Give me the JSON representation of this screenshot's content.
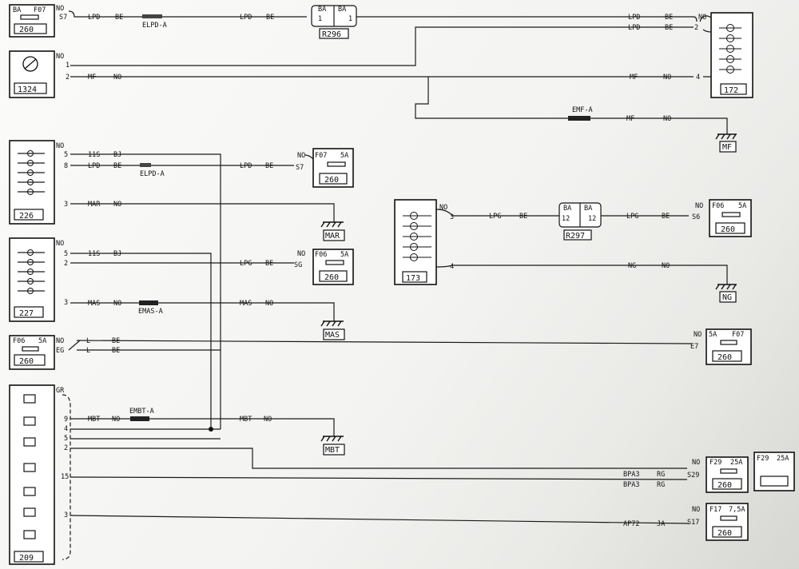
{
  "wire": {
    "lpd": "LPD",
    "be": "BE",
    "mf": "MF",
    "no": "NO",
    "lpg": "LPG",
    "ng": "NG",
    "mar": "MAR",
    "mas": "MAS",
    "mbt": "MBT",
    "bj": "BJ",
    "s11": "11S",
    "l": "L",
    "gr": "GR",
    "bpa3": "BPA3",
    "rg": "RG",
    "ap72": "AP72",
    "ja": "JA"
  },
  "splices": {
    "elpd_top": "ELPD-A",
    "elpd_mid": "ELPD-A",
    "emf": "EMF-A",
    "emas": "EMAS-A",
    "embt": "EMBT-A"
  },
  "connectors": {
    "r296": {
      "id": "R296",
      "left": "BA",
      "right": "BA",
      "pin_left": "1",
      "pin_right": "1"
    },
    "r297": {
      "id": "R297",
      "left": "BA",
      "right": "BA",
      "pin_left": "12",
      "pin_right": "12"
    }
  },
  "fuses": {
    "top_left": {
      "a": "BA",
      "b": "F07",
      "id": "260",
      "pin": "S7"
    },
    "f07_mid": {
      "a": "F07",
      "b": "5A",
      "id": "260",
      "pin": "S7"
    },
    "f06_mid": {
      "a": "F06",
      "b": "5A",
      "id": "260",
      "pin": "SG"
    },
    "f06_left": {
      "a": "F06",
      "b": "5A",
      "id": "260",
      "pin": "EG"
    },
    "f06_right": {
      "a": "F06",
      "b": "5A",
      "id": "260",
      "pin": "S6"
    },
    "f07_right": {
      "a": "5A",
      "b": "F07",
      "id": "260",
      "pin": "E7"
    },
    "f29": {
      "a": "F29",
      "b": "25A",
      "id": "260",
      "pin": "S29"
    },
    "f17": {
      "a": "F17",
      "b": "7,5A",
      "id": "260",
      "pin": "S17"
    },
    "f29_extra": {
      "a": "F29",
      "b": "25A"
    }
  },
  "components": {
    "c1324": {
      "id": "1324",
      "pins": [
        "1",
        "2"
      ]
    },
    "c172": {
      "id": "172",
      "pins": [
        "2",
        "4"
      ]
    },
    "c226": {
      "id": "226",
      "pins": [
        "5",
        "8",
        "3"
      ]
    },
    "c227": {
      "id": "227",
      "pins": [
        "5",
        "2",
        "3"
      ]
    },
    "c173": {
      "id": "173",
      "pins": [
        "3",
        "4"
      ]
    },
    "c209": {
      "id": "209",
      "pins": [
        "9",
        "4",
        "5",
        "2",
        "15",
        "3"
      ]
    }
  },
  "grounds": {
    "mf": "MF",
    "mar": "MAR",
    "ng": "NG",
    "mas": "MAS",
    "mbt": "MBT"
  }
}
